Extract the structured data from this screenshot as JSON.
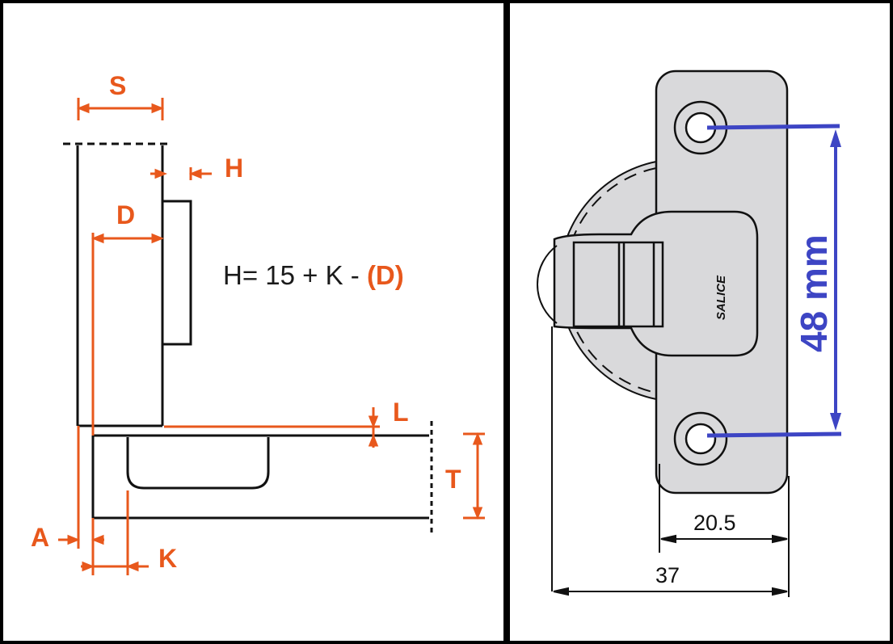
{
  "left_diagram": {
    "labels": {
      "S": "S",
      "H": "H",
      "D": "D",
      "L": "L",
      "T": "T",
      "A": "A",
      "K": "K"
    },
    "formula": {
      "prefix": "H= 15 + K - ",
      "highlight": "(D)"
    }
  },
  "right_diagram": {
    "brand": "SALICE",
    "hole_spacing": "48 mm",
    "plate_width": "20.5",
    "overall_width": "37"
  },
  "colors": {
    "dimension_orange": "#e8581c",
    "dimension_blue": "#3d45c4",
    "part_fill": "#d9d9db",
    "outline": "#111111"
  }
}
